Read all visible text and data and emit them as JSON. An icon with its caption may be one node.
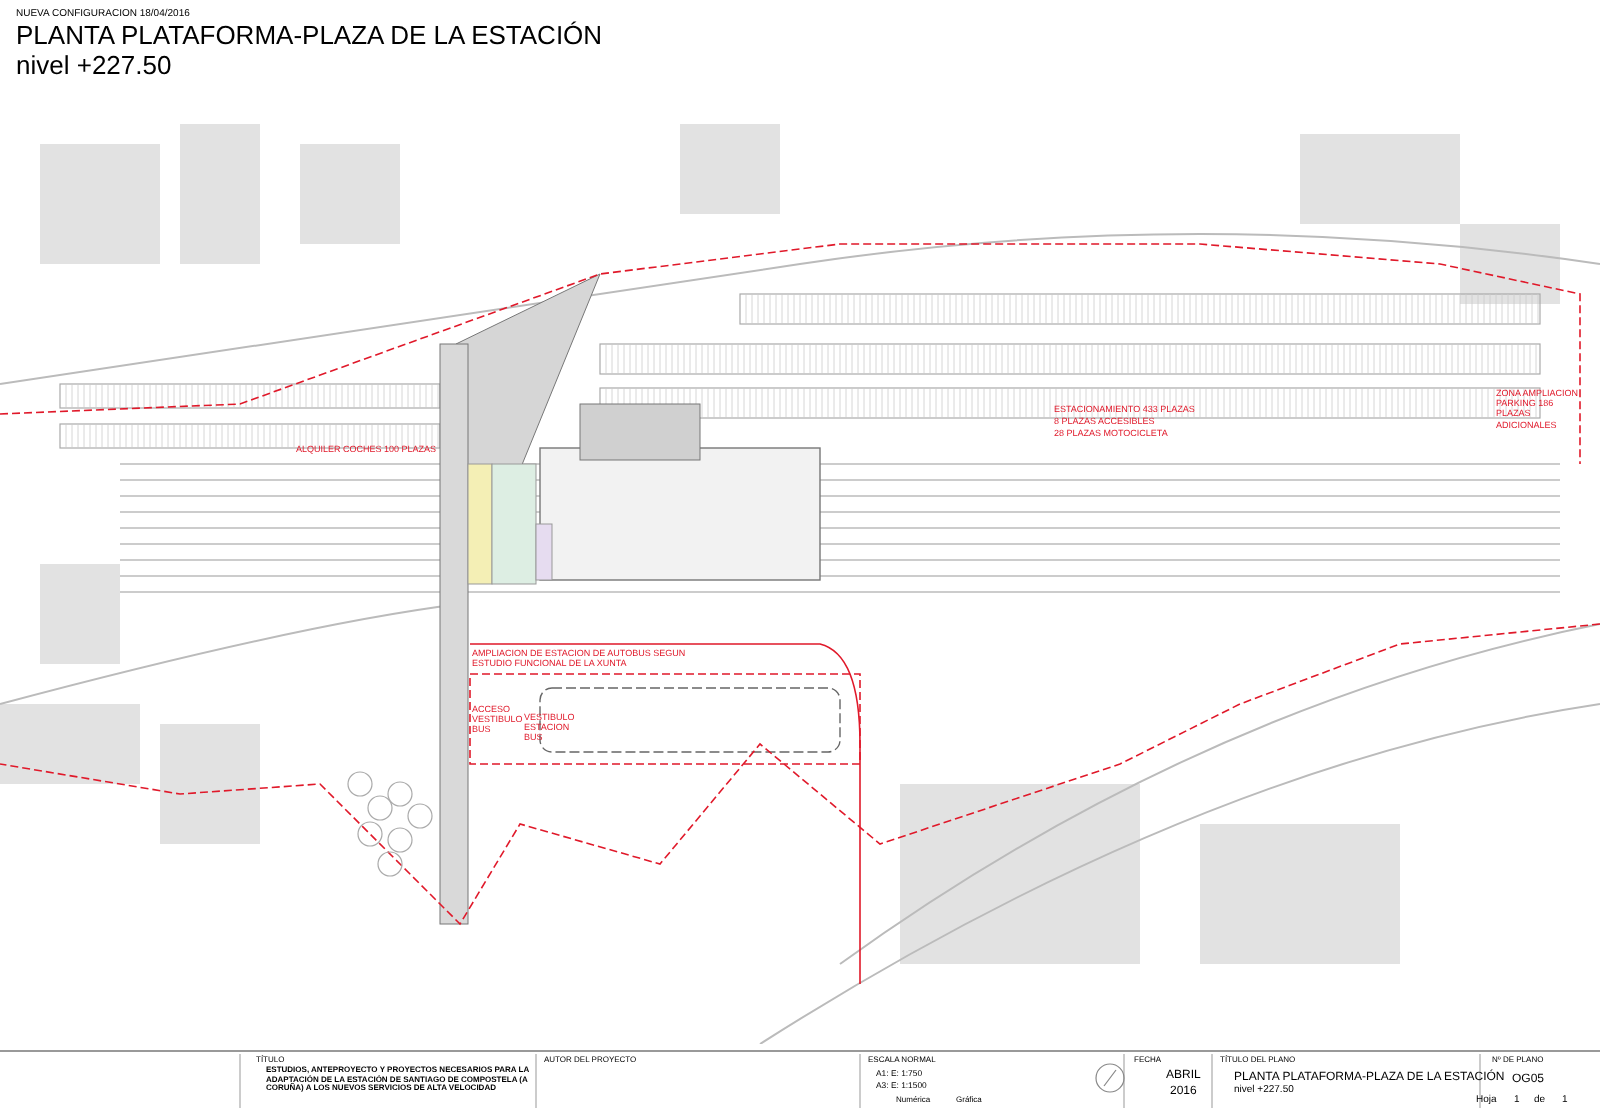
{
  "diagram": {
    "title": "PLANTA PLATAFORMA-PLAZA DE LA ESTACIÓN",
    "labels": [
      "NUEVA CONFIGURACION 18/04/2016",
      "nivel +227.50",
      "ALQUILER COCHES 100 PLAZAS",
      "ESTACIONAMIENTO 433 PLAZAS",
      "8 PLAZAS ACCESIBLES",
      "28 PLAZAS MOTOCICLETA",
      "ZONA AMPLIACION PARKING 186 PLAZAS ADICIONALES",
      "AMPLIACION DE ESTACION DE AUTOBUS SEGUN ESTUDIO FUNCIONAL DE LA XUNTA",
      "ACCESO VESTIBULO BUS",
      "VESTIBULO ESTACION BUS",
      "TÍTULO",
      "ESTUDIOS, ANTEPROYECTO Y PROYECTOS NECESARIOS PARA LA ADAPTACIÓN DE LA ESTACIÓN DE SANTIAGO DE COMPOSTELA (A CORUÑA) A LOS NUEVOS SERVICIOS DE ALTA VELOCIDAD",
      "AUTOR DEL PROYECTO",
      "ESCALA NORMAL",
      "A1: E: 1:750",
      "A3: E: 1:1500",
      "Numérica",
      "Gráfica",
      "FECHA",
      "ABRIL",
      "2016",
      "TÍTULO DEL PLANO",
      "PLANTA PLATAFORMA-PLAZA DE LA ESTACIÓN",
      "nivel +227.50",
      "Nº DE PLANO",
      "OG05",
      "Hoja",
      "1",
      "de",
      "1"
    ]
  }
}
